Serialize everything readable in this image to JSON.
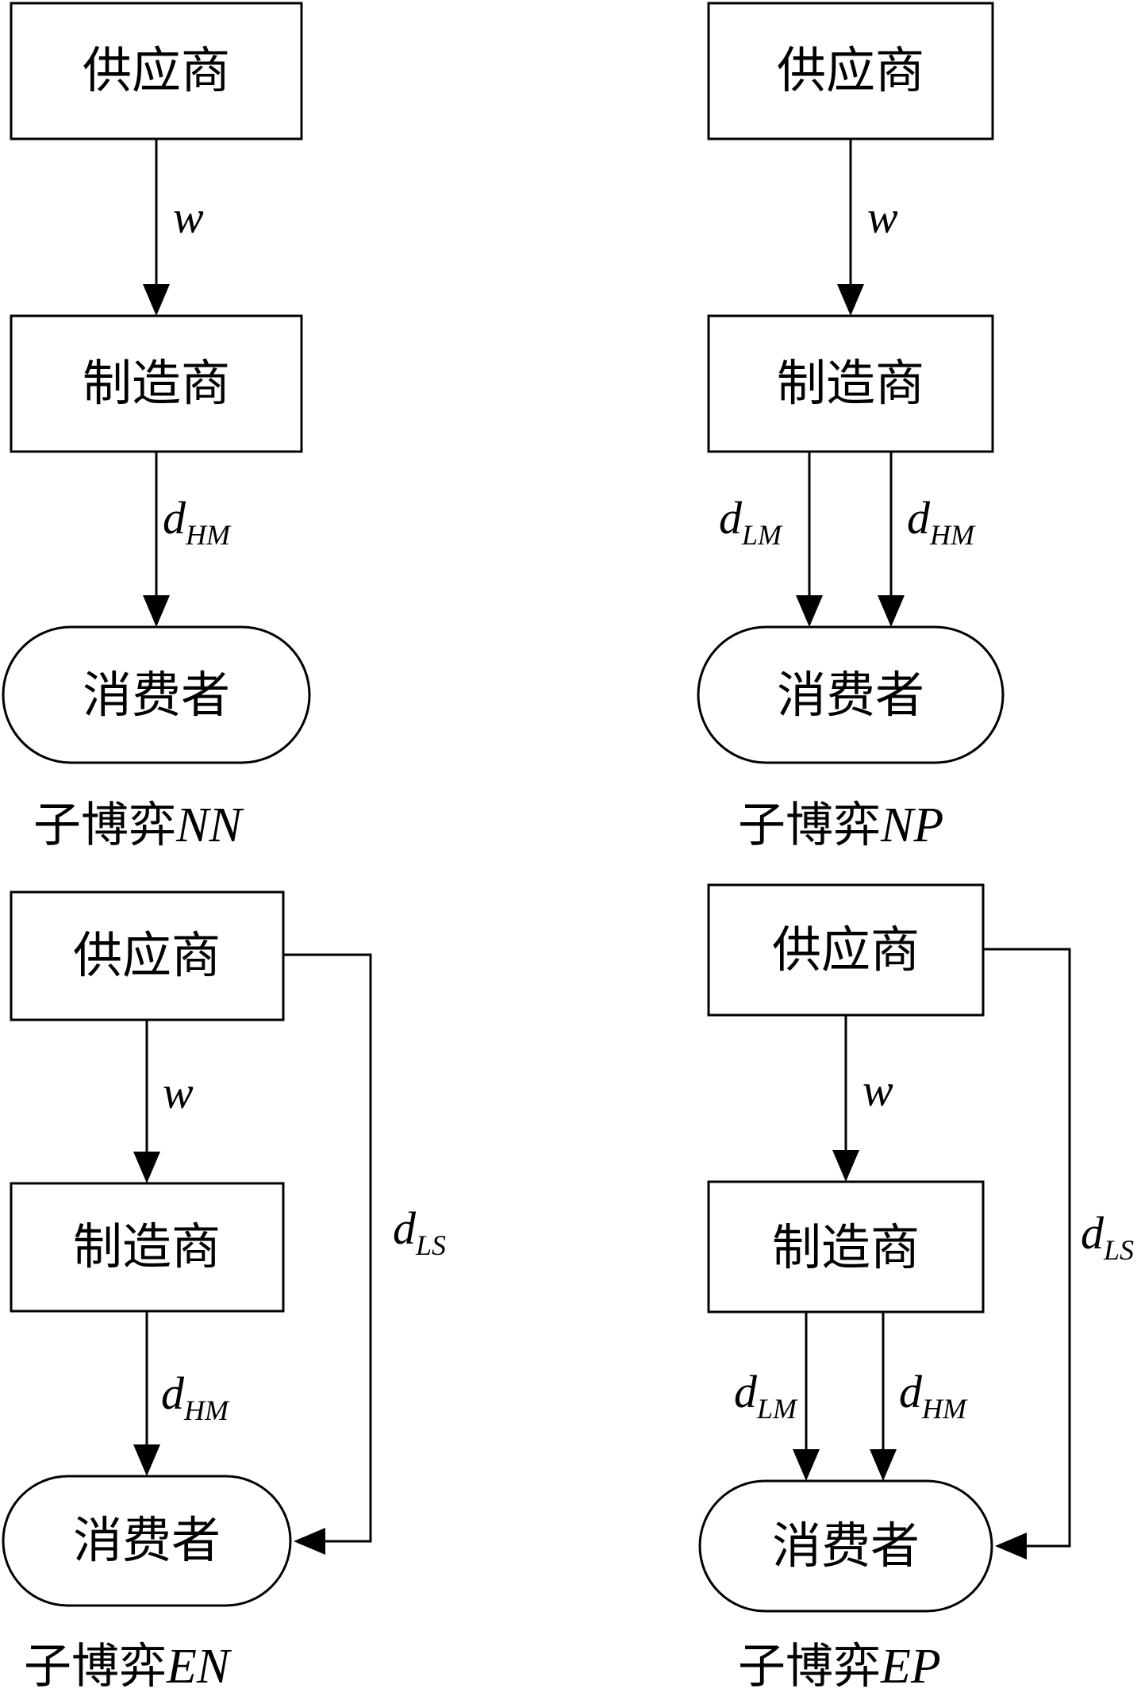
{
  "nodes": {
    "supplier": "供应商",
    "manufacturer": "制造商",
    "consumer": "消费者"
  },
  "edge_labels": {
    "w": "w",
    "d": "d",
    "HM": "HM",
    "LM": "LM",
    "LS": "LS"
  },
  "subgames": {
    "nn": {
      "prefix": "子博弈",
      "code": "NN"
    },
    "np": {
      "prefix": "子博弈",
      "code": "NP"
    },
    "en": {
      "prefix": "子博弈",
      "code": "EN"
    },
    "ep": {
      "prefix": "子博弈",
      "code": "EP"
    }
  },
  "colors": {
    "stroke": "#000000",
    "background": "#ffffff"
  }
}
